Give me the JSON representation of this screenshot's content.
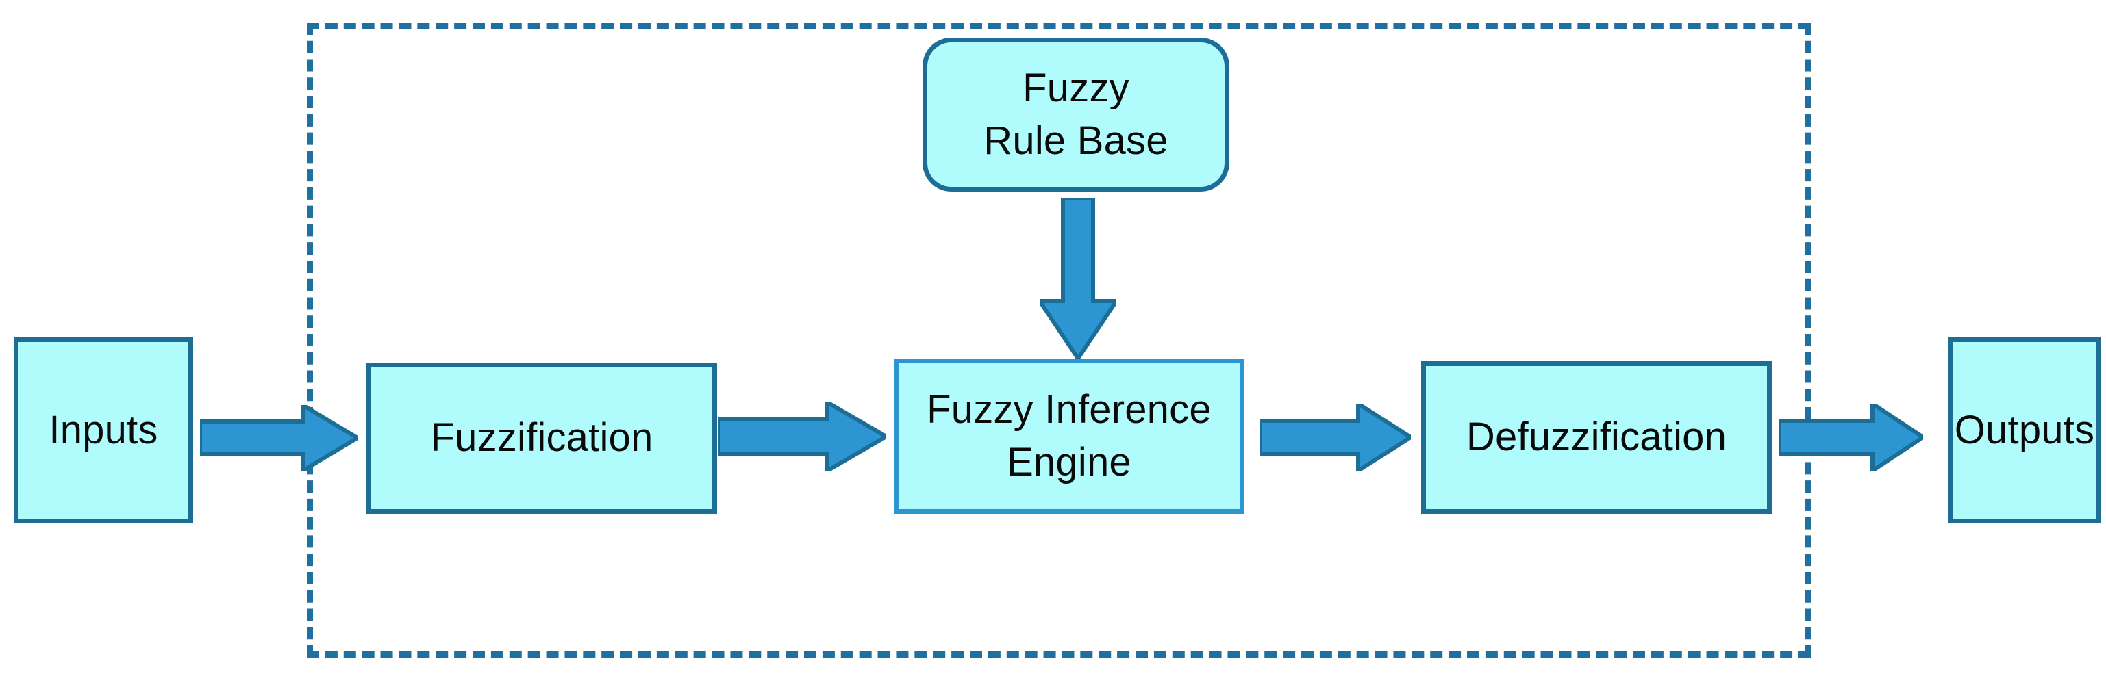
{
  "diagram": {
    "title": "Fuzzy Logic System Block Diagram",
    "type": "block-flow-diagram",
    "boundary": {
      "name": "fuzzy-system-boundary",
      "style": "dashed",
      "color": "#1f6fa0",
      "label": ""
    },
    "colors": {
      "node_fill": "#b0fbfb",
      "node_border": "#1c6e96",
      "engine_border": "#2e95d3",
      "arrow_fill": "#2e95d3",
      "arrow_stroke": "#1c6e96",
      "boundary": "#1f6fa0",
      "text": "#0a0a0a",
      "background": "#ffffff"
    },
    "nodes": [
      {
        "id": "inputs",
        "label": "Inputs",
        "shape": "rectangle",
        "inside_boundary": false
      },
      {
        "id": "fuzzification",
        "label": "Fuzzification",
        "shape": "rectangle",
        "inside_boundary": true
      },
      {
        "id": "engine",
        "label": "Fuzzy Inference\nEngine",
        "shape": "rectangle",
        "inside_boundary": true
      },
      {
        "id": "defuzzification",
        "label": "Defuzzification",
        "shape": "rectangle",
        "inside_boundary": true
      },
      {
        "id": "outputs",
        "label": "Outputs",
        "shape": "rectangle",
        "inside_boundary": false
      },
      {
        "id": "rulebase",
        "label": "Fuzzy\nRule Base",
        "shape": "rounded-rectangle",
        "inside_boundary": true
      }
    ],
    "edges": [
      {
        "id": "inputs-to-fuzzification",
        "from": "inputs",
        "to": "fuzzification",
        "direction": "right",
        "label": ""
      },
      {
        "id": "fuzzification-to-engine",
        "from": "fuzzification",
        "to": "engine",
        "direction": "right",
        "label": ""
      },
      {
        "id": "engine-to-defuzzification",
        "from": "engine",
        "to": "defuzzification",
        "direction": "right",
        "label": ""
      },
      {
        "id": "defuzzification-to-outputs",
        "from": "defuzzification",
        "to": "outputs",
        "direction": "right",
        "label": ""
      },
      {
        "id": "rulebase-to-engine",
        "from": "rulebase",
        "to": "engine",
        "direction": "down",
        "label": ""
      }
    ]
  }
}
